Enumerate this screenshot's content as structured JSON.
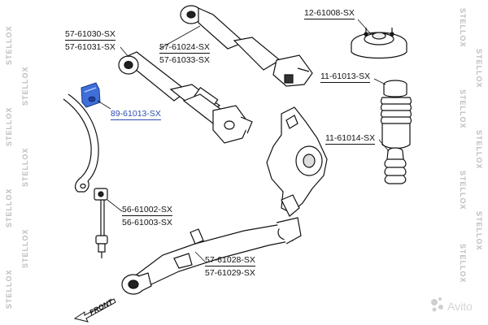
{
  "parts": [
    {
      "id": "57-61030-SX",
      "label": "57-61030-SX"
    },
    {
      "id": "57-61031-SX",
      "label": "57-61031-SX"
    },
    {
      "id": "57-61024-SX",
      "label": "57-61024-SX"
    },
    {
      "id": "57-61033-SX",
      "label": "57-61033-SX"
    },
    {
      "id": "12-61008-SX",
      "label": "12-61008-SX"
    },
    {
      "id": "11-61013-SX",
      "label": "11-61013-SX"
    },
    {
      "id": "89-61013-SX",
      "label": "89-61013-SX",
      "highlighted": true
    },
    {
      "id": "11-61014-SX",
      "label": "11-61014-SX"
    },
    {
      "id": "56-61002-SX",
      "label": "56-61002-SX"
    },
    {
      "id": "56-61003-SX",
      "label": "56-61003-SX"
    },
    {
      "id": "57-61028-SX",
      "label": "57-61028-SX"
    },
    {
      "id": "57-61029-SX",
      "label": "57-61029-SX"
    }
  ],
  "front_label": "FRONT",
  "watermark": "STELLOX",
  "badge": {
    "text": "Avito"
  },
  "colors": {
    "highlight_text": "#2a4fb0",
    "highlight_part": "#3f6fd8",
    "line": "#111111",
    "watermark": "#bdbdbd"
  }
}
